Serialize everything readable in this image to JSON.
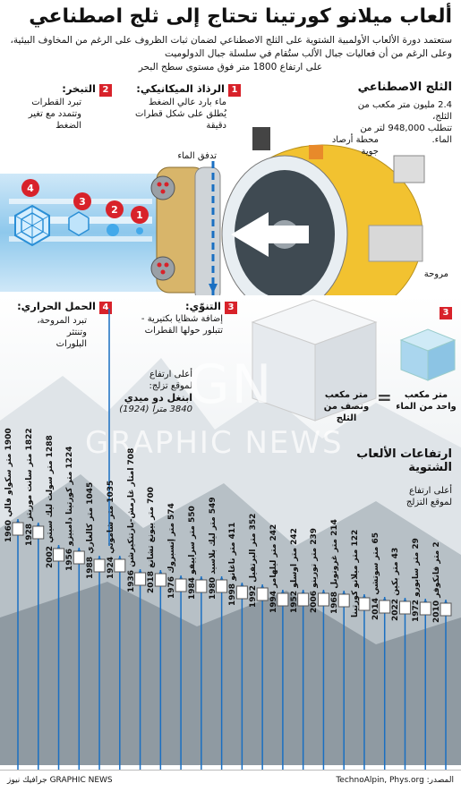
{
  "title": "ألعاب ميلانو كورتينا تحتاج إلى ثلج اصطناعي",
  "intro": {
    "line1": "ستعتمد دورة الألعاب الأولمبية الشتوية على الثلج الاصطناعي لضمان ثبات الظروف على الرغم من المخاوف البيئية،",
    "line2": "وعلى الرغم من أن فعاليات جبال الألب ستُقام في سلسلة جبال الدولوميت",
    "line3": "على ارتفاع 1800 متر فوق مستوى سطح البحر"
  },
  "steps": [
    {
      "num": "1",
      "title": "الرذاذ الميكانيكي:",
      "text1": "ماء بارد عالي الضغط",
      "text2": "يُطلق على شكل قطرات",
      "text3": "دقيقة"
    },
    {
      "num": "2",
      "title": "التبخر:",
      "text1": "تبرد القطرات",
      "text2": "وتتمدد مع تغير",
      "text3": "الضغط"
    },
    {
      "num": "3",
      "title": "التنوّي:",
      "text1": "إضافة شظايا بكتيرية -",
      "text2": "تتبلور حولها القطرات",
      "text3": ""
    },
    {
      "num": "4",
      "title": "الحمل الحراري:",
      "text1": "تبرد المروحة،",
      "text2": "وتنتثر",
      "text3": "البلورات"
    }
  ],
  "machine": {
    "water_flow": "تدفق الماء",
    "weather_station": "محطة أرصاد",
    "weather_station2": "جوية",
    "fan": "مروحة"
  },
  "snow_box": {
    "heading": "الثلج الاصطناعي",
    "text1": "2.4 مليون متر مكعب من الثلج،",
    "text2": "تتطلب 948,000 لتر من الماء."
  },
  "cubes": {
    "snow1": "متر مكعب",
    "snow2": "ونصف من",
    "snow3": "الثلج",
    "equals": "=",
    "water1": "متر مكعب",
    "water2": "واحد من الماء"
  },
  "elevations": {
    "heading1": "ارتفاعات الألعاب",
    "heading2": "الشتوية",
    "sub1": "أعلى ارتفاع",
    "sub2": "لموقع التزلج",
    "highest_label1": "أعلى ارتفاع",
    "highest_label2": "لموقع تزلج:",
    "highest_name": "ابنغل دو ميدي",
    "highest_value": "3840 مترا (1924)"
  },
  "sites": [
    {
      "value": "1900 متر",
      "place": "سكواو فالي 1960",
      "elev": 1900
    },
    {
      "value": "1822 متر",
      "place": "سانت موريتز 1928",
      "elev": 1822
    },
    {
      "value": "1288 متر",
      "place": "سولت ليك سيتي 2002",
      "elev": 1288
    },
    {
      "value": "1224 متر",
      "place": "كورتينا دامبيزو 1956",
      "elev": 1224
    },
    {
      "value": "1045 متر",
      "place": "كالغاري 1988",
      "elev": 1045
    },
    {
      "value": "1035 متر",
      "place": "شاموني 1924",
      "elev": 1035
    },
    {
      "value": "708 أمتار",
      "place": "غارمش-بارتنكيرشن 1936",
      "elev": 708
    },
    {
      "value": "700 متر",
      "place": "بيونغ تشانغ 2018",
      "elev": 700
    },
    {
      "value": "574 متر",
      "place": "إنسبروك 1976",
      "elev": 574
    },
    {
      "value": "550 متر",
      "place": "سراييفو 1984",
      "elev": 550
    },
    {
      "value": "549 متر",
      "place": "ليك بلاسيد 1980",
      "elev": 549
    },
    {
      "value": "411 متر",
      "place": "ناغانو 1998",
      "elev": 411
    },
    {
      "value": "352 متر",
      "place": "ألبرتفيل 1992",
      "elev": 352
    },
    {
      "value": "242 متر",
      "place": "ليلهامر 1994",
      "elev": 242
    },
    {
      "value": "242 متر",
      "place": "أوسلو 1952",
      "elev": 242
    },
    {
      "value": "239 متر",
      "place": "تورينو 2006",
      "elev": 239
    },
    {
      "value": "214 متر",
      "place": "غرونوبل 1968",
      "elev": 214
    },
    {
      "value": "122 متر",
      "place": "ميلانو كورتينا",
      "elev": 122
    },
    {
      "value": "65 متر",
      "place": "سوتشي 2014",
      "elev": 65
    },
    {
      "value": "43 متر",
      "place": "بكين 2022",
      "elev": 43
    },
    {
      "value": "29 متر",
      "place": "سابورو 1972",
      "elev": 29
    },
    {
      "value": "2 متر",
      "place": "فانكوفر 2010",
      "elev": 2
    }
  ],
  "watermark": "GRAPHIC NEWS",
  "watermark_gn": "GN",
  "footer": {
    "source": "المصدر: TechnoAlpin, Phys.org",
    "credit": "GRAPHIC NEWS جرافيك نيوز"
  },
  "colors": {
    "accent": "#d8222a",
    "blue": "#1a6fc2",
    "machine_yellow": "#f2c230"
  }
}
